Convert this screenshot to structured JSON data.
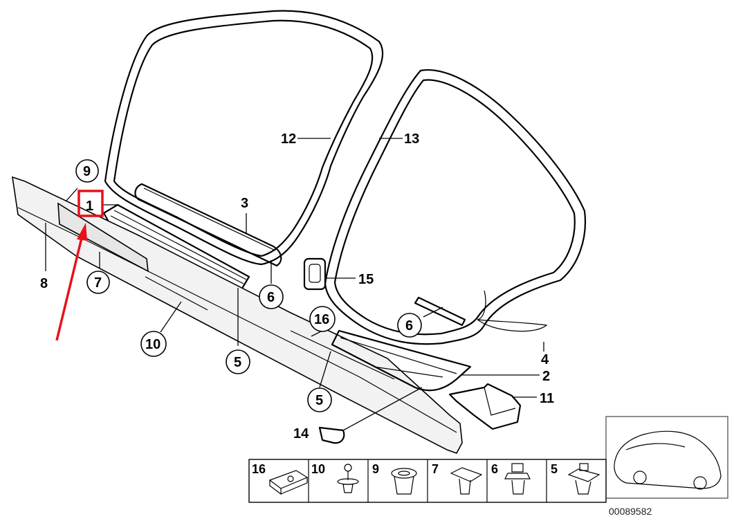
{
  "labels": {
    "p1": "1",
    "p2": "2",
    "p3": "3",
    "p4": "4",
    "p5a": "5",
    "p5b": "5",
    "p6a": "6",
    "p6b": "6",
    "p7": "7",
    "p8": "8",
    "p9": "9",
    "p10": "10",
    "p11": "11",
    "p12": "12",
    "p13": "13",
    "p14": "14",
    "p15": "15",
    "p16": "16"
  },
  "legend": {
    "items": [
      {
        "num": "16",
        "icon": "clip-bracket-icon"
      },
      {
        "num": "10",
        "icon": "expanding-rivet-icon"
      },
      {
        "num": "9",
        "icon": "grommet-icon"
      },
      {
        "num": "7",
        "icon": "trim-clip-icon"
      },
      {
        "num": "6",
        "icon": "clip-nut-icon"
      },
      {
        "num": "5",
        "icon": "plastic-clip-icon"
      }
    ]
  },
  "reference_number": "00089582",
  "highlight": {
    "target": "1",
    "color": "#e8101a"
  },
  "arrow_color": "#e8101a"
}
